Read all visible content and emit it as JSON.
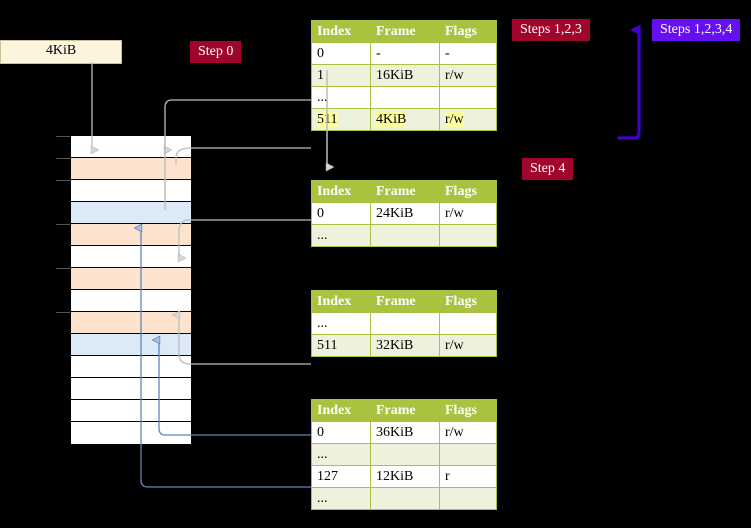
{
  "labels": {
    "step0": "Step 0",
    "steps123": "Steps 1,2,3",
    "steps1234": "Steps 1,2,3,4",
    "step4": "Step 4"
  },
  "colors": {
    "label_red": "#a0062c",
    "label_blue": "#6610f2",
    "table_header": "#a9c23f",
    "table_alt_row": "#eef2dc",
    "highlight": "#ffff9e",
    "mem_orange": "#fde3cd",
    "mem_blue": "#dce9f7",
    "frame_box": "#fdf4dd",
    "arrow_grey": "#bdbdbd",
    "arrow_blue": "#5b87bc"
  },
  "frame_box": {
    "label": "4KiB"
  },
  "headers": {
    "index": "Index",
    "frame": "Frame",
    "flags": "Flags"
  },
  "tables": [
    {
      "name": "pml4-table",
      "rows": [
        {
          "index": "0",
          "frame": "-",
          "flags": "-",
          "style": "plain",
          "highlight": false
        },
        {
          "index": "1",
          "frame": "16KiB",
          "flags": "r/w",
          "style": "alt",
          "highlight": false
        },
        {
          "index": "...",
          "frame": "",
          "flags": "",
          "style": "plain",
          "highlight": false
        },
        {
          "index": "511",
          "frame": "4KiB",
          "flags": "r/w",
          "style": "alt",
          "highlight": true
        }
      ]
    },
    {
      "name": "pdpt-table",
      "rows": [
        {
          "index": "0",
          "frame": "24KiB",
          "flags": "r/w",
          "style": "plain",
          "highlight": false
        },
        {
          "index": "...",
          "frame": "",
          "flags": "",
          "style": "alt",
          "highlight": false
        }
      ]
    },
    {
      "name": "pd-table",
      "rows": [
        {
          "index": "...",
          "frame": "",
          "flags": "",
          "style": "plain",
          "highlight": false
        },
        {
          "index": "511",
          "frame": "32KiB",
          "flags": "r/w",
          "style": "alt",
          "highlight": false
        }
      ]
    },
    {
      "name": "pt-table",
      "rows": [
        {
          "index": "0",
          "frame": "36KiB",
          "flags": "r/w",
          "style": "plain",
          "highlight": false
        },
        {
          "index": "...",
          "frame": "",
          "flags": "",
          "style": "alt",
          "highlight": false
        },
        {
          "index": "127",
          "frame": "12KiB",
          "flags": "r",
          "style": "plain",
          "highlight": false
        },
        {
          "index": "...",
          "frame": "",
          "flags": "",
          "style": "alt",
          "highlight": false
        }
      ]
    }
  ],
  "memory_rows": [
    {
      "fill": "none"
    },
    {
      "fill": "orange"
    },
    {
      "fill": "none"
    },
    {
      "fill": "blue"
    },
    {
      "fill": "orange"
    },
    {
      "fill": "none"
    },
    {
      "fill": "orange"
    },
    {
      "fill": "none"
    },
    {
      "fill": "orange"
    },
    {
      "fill": "blue"
    },
    {
      "fill": "none"
    },
    {
      "fill": "none"
    },
    {
      "fill": "none"
    },
    {
      "fill": "none"
    }
  ]
}
